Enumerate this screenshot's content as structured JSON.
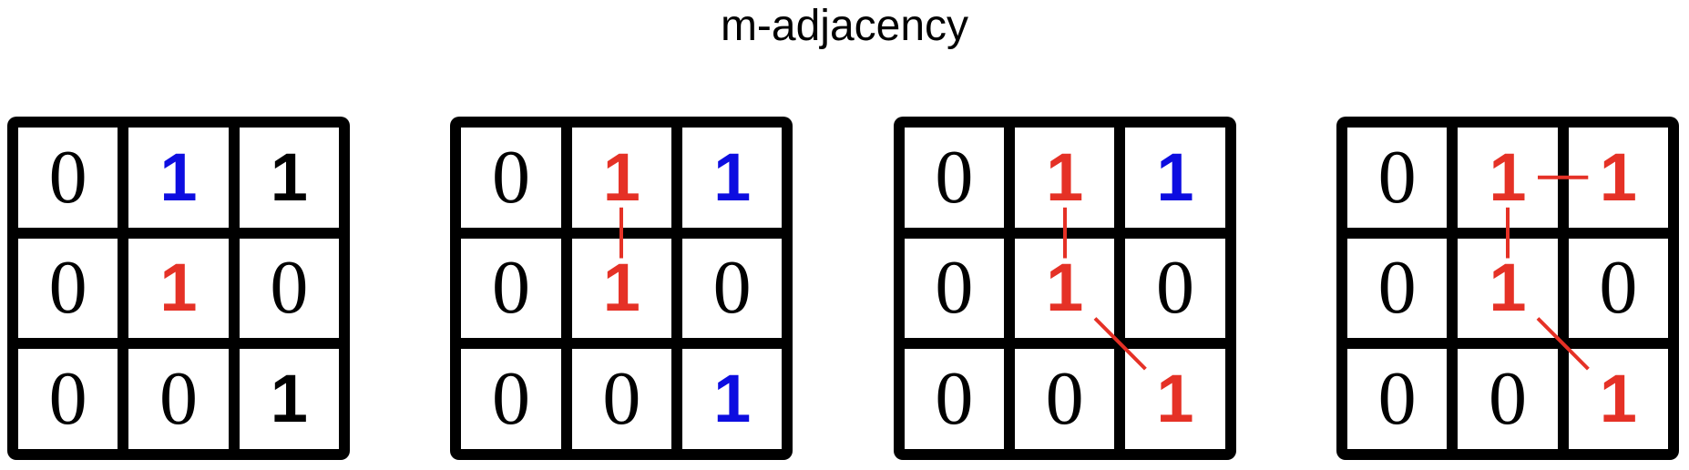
{
  "title": "m-adjacency",
  "colors": {
    "digit_black": "#000000",
    "digit_red": "#e53126",
    "digit_blue": "#0d0de0",
    "connector_line": "#e53126",
    "grid_line": "#000000",
    "cell_bg": "#ffffff"
  },
  "grids": [
    {
      "name": "grid-1",
      "rows": [
        [
          "0",
          "1",
          "1"
        ],
        [
          "0",
          "1",
          "0"
        ],
        [
          "0",
          "0",
          "1"
        ]
      ],
      "cell_colors": [
        [
          "black",
          "blue",
          "black"
        ],
        [
          "black",
          "red",
          "black"
        ],
        [
          "black",
          "black",
          "black"
        ]
      ],
      "links": []
    },
    {
      "name": "grid-2",
      "rows": [
        [
          "0",
          "1",
          "1"
        ],
        [
          "0",
          "1",
          "0"
        ],
        [
          "0",
          "0",
          "1"
        ]
      ],
      "cell_colors": [
        [
          "black",
          "red",
          "blue"
        ],
        [
          "black",
          "red",
          "black"
        ],
        [
          "black",
          "black",
          "blue"
        ]
      ],
      "links": [
        {
          "from": [
            0,
            1
          ],
          "to": [
            1,
            1
          ]
        }
      ]
    },
    {
      "name": "grid-3",
      "rows": [
        [
          "0",
          "1",
          "1"
        ],
        [
          "0",
          "1",
          "0"
        ],
        [
          "0",
          "0",
          "1"
        ]
      ],
      "cell_colors": [
        [
          "black",
          "red",
          "blue"
        ],
        [
          "black",
          "red",
          "black"
        ],
        [
          "black",
          "black",
          "red"
        ]
      ],
      "links": [
        {
          "from": [
            0,
            1
          ],
          "to": [
            1,
            1
          ]
        },
        {
          "from": [
            1,
            1
          ],
          "to": [
            2,
            2
          ]
        }
      ]
    },
    {
      "name": "grid-4",
      "rows": [
        [
          "0",
          "1",
          "1"
        ],
        [
          "0",
          "1",
          "0"
        ],
        [
          "0",
          "0",
          "1"
        ]
      ],
      "cell_colors": [
        [
          "black",
          "red",
          "red"
        ],
        [
          "black",
          "red",
          "black"
        ],
        [
          "black",
          "black",
          "red"
        ]
      ],
      "links": [
        {
          "from": [
            0,
            1
          ],
          "to": [
            0,
            2
          ]
        },
        {
          "from": [
            0,
            1
          ],
          "to": [
            1,
            1
          ]
        },
        {
          "from": [
            1,
            1
          ],
          "to": [
            2,
            2
          ]
        }
      ]
    }
  ]
}
